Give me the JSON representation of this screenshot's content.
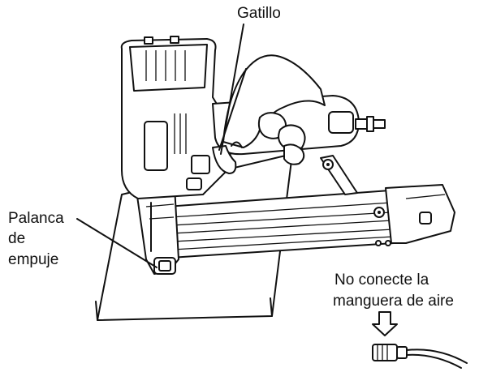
{
  "labels": {
    "trigger": "Gatillo",
    "push_lever_line1": "Palanca",
    "push_lever_line2": "de",
    "push_lever_line3": "empuje",
    "disconnect_line1": "No conecte la",
    "disconnect_line2": "manguera de aire"
  },
  "icons": {
    "arrow": "down-arrow-icon",
    "hose": "air-hose-icon"
  }
}
